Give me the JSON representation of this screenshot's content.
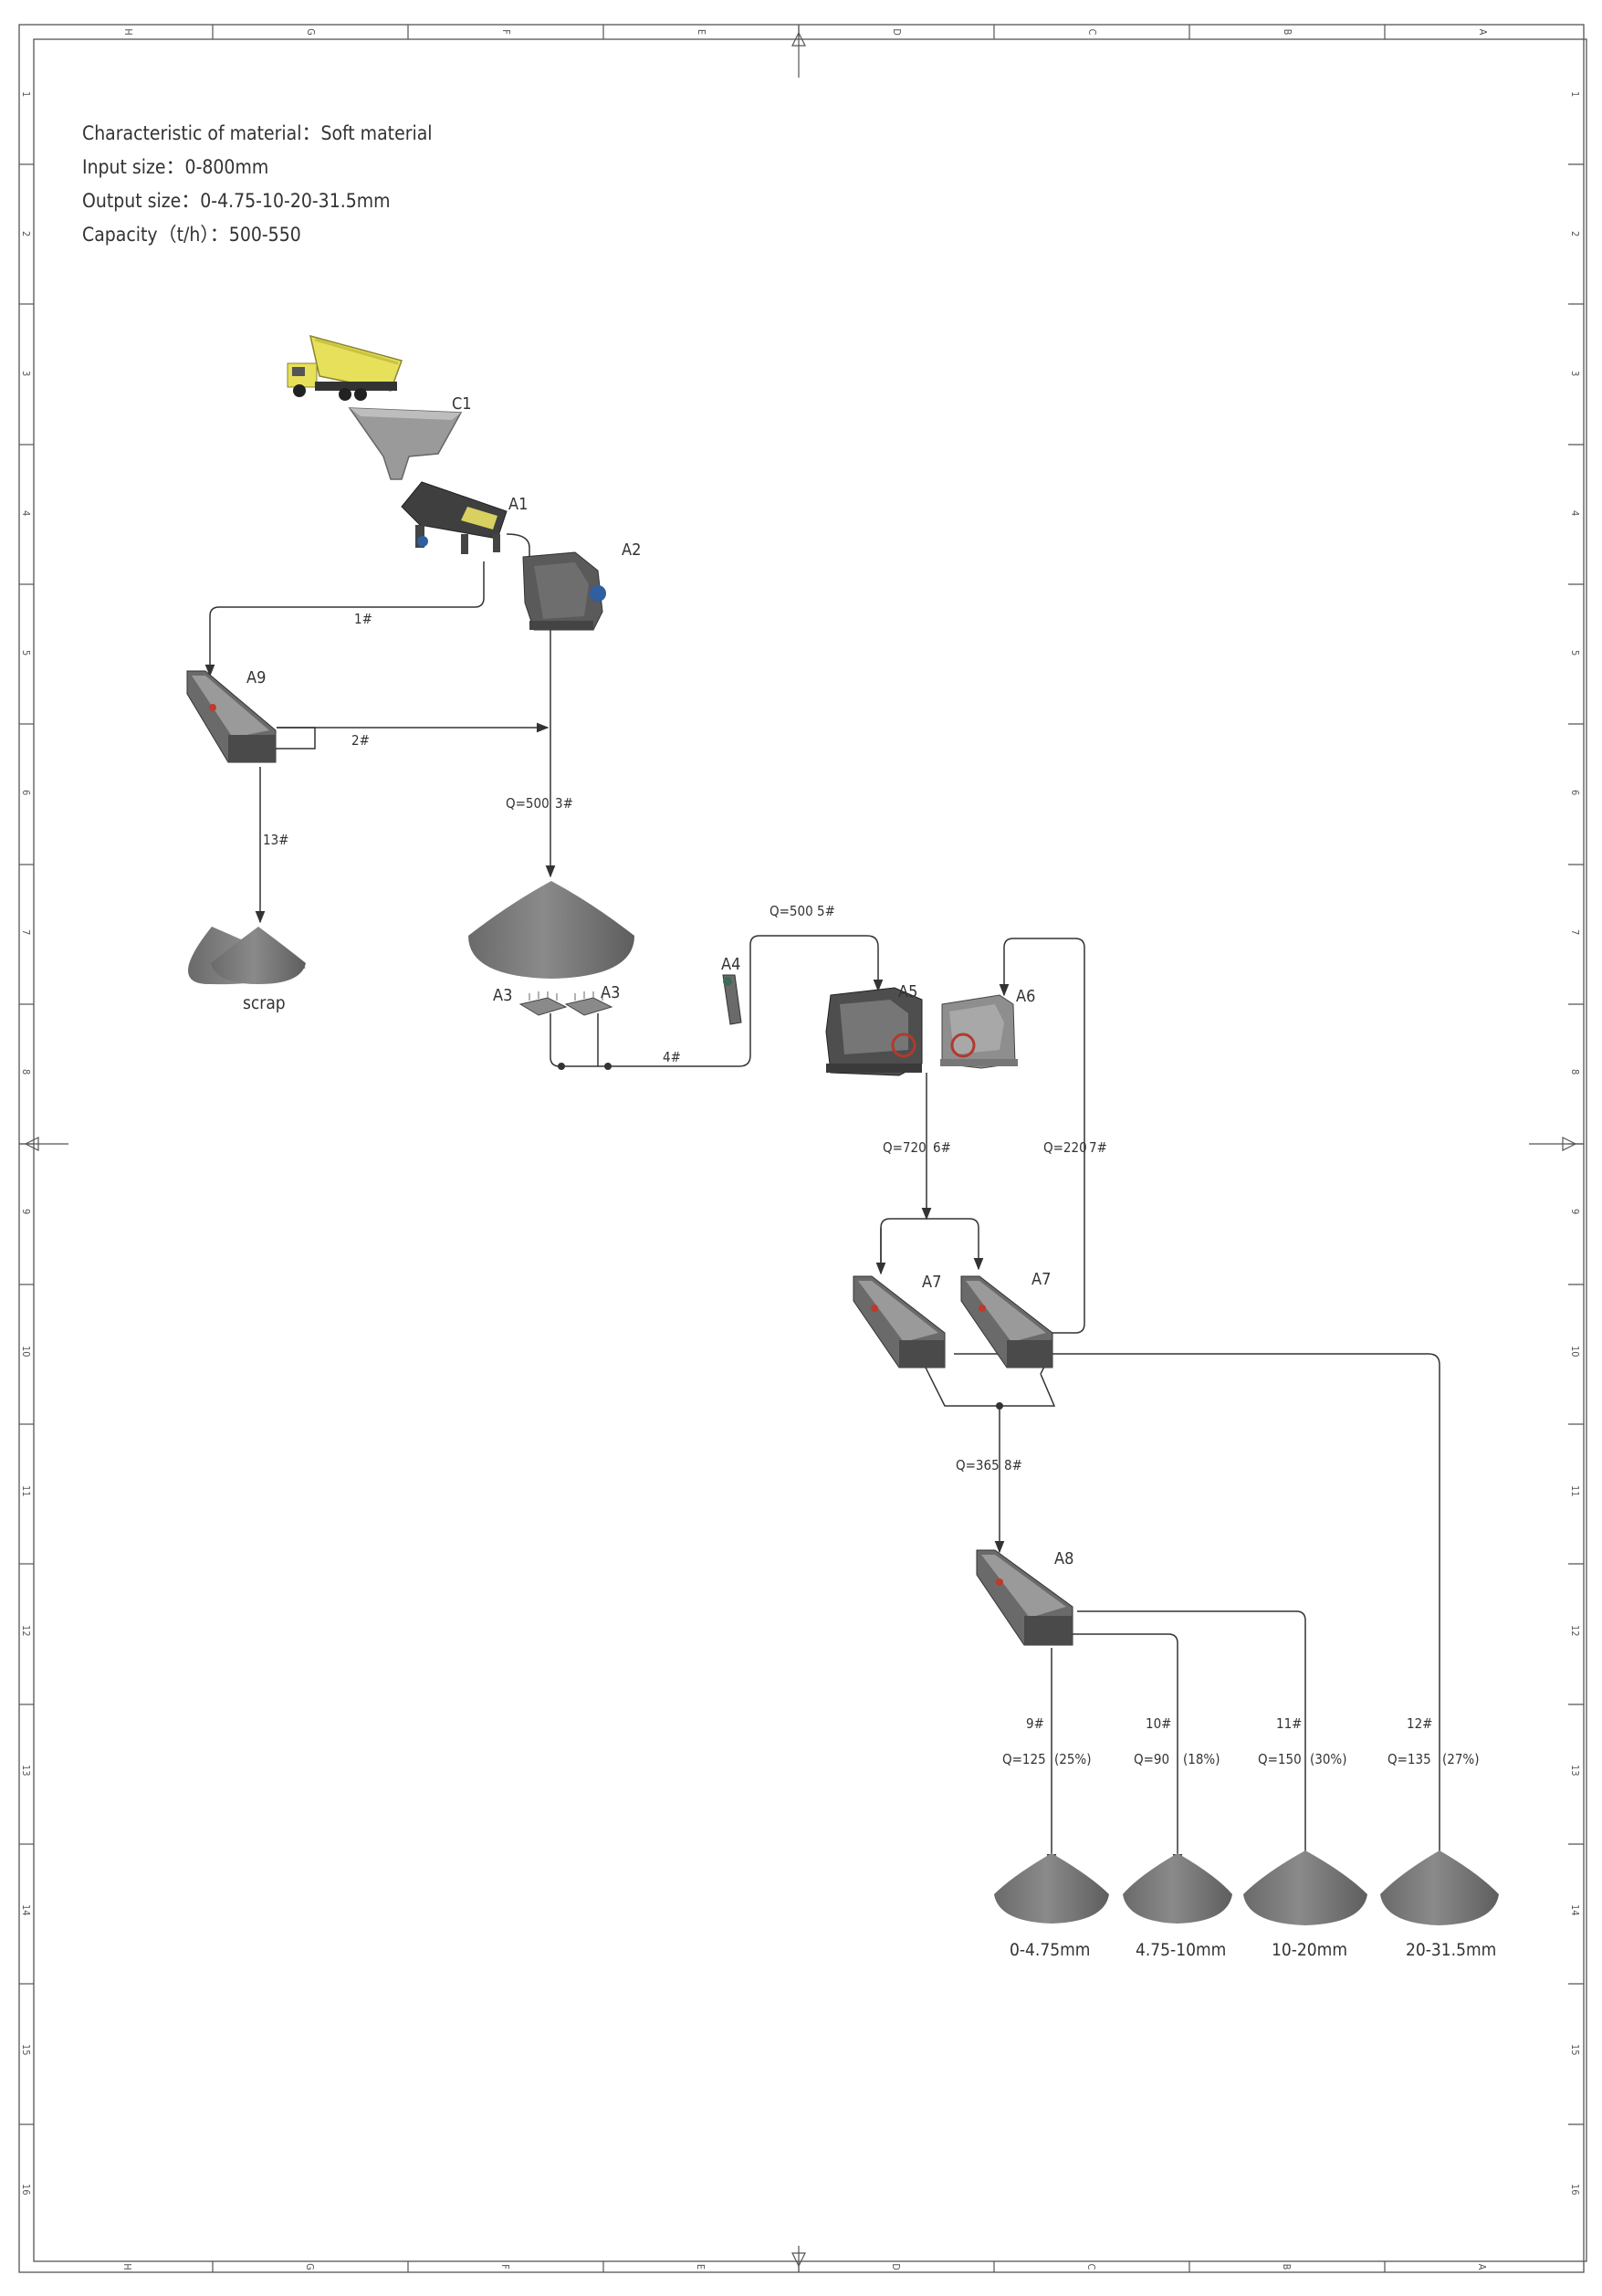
{
  "info": {
    "material": "Characteristic of material：Soft material",
    "input_size": "Input size：0-800mm",
    "output_size": "Output size：0-4.75-10-20-31.5mm",
    "capacity": "Capacity（t/h）：500-550"
  },
  "frame": {
    "columns": [
      "H",
      "G",
      "F",
      "E",
      "D",
      "C",
      "B",
      "A"
    ],
    "rows": [
      "1",
      "2",
      "3",
      "4",
      "5",
      "6",
      "7",
      "8",
      "9",
      "10",
      "11",
      "12",
      "13",
      "14",
      "15",
      "16"
    ]
  },
  "equipment": {
    "c1": "C1",
    "a1": "A1",
    "a2": "A2",
    "a9": "A9",
    "a3_left": "A3",
    "a3_right": "A3",
    "a4": "A4",
    "a5": "A5",
    "a6": "A6",
    "a7_left": "A7",
    "a7_right": "A7",
    "a8": "A8"
  },
  "flows": {
    "f1": "1#",
    "f2": "2#",
    "f3q": "Q=500",
    "f3": "3#",
    "f13": "13#",
    "f4": "4#",
    "f5q": "Q=500",
    "f5": "5#",
    "f6q": "Q=720",
    "f6": "6#",
    "f7q": "Q=220",
    "f7": "7#",
    "f8q": "Q=365",
    "f8": "8#",
    "f9": "9#",
    "f9q": "Q=125",
    "f9p": "(25%)",
    "f10": "10#",
    "f10q": "Q=90",
    "f10p": "(18%)",
    "f11": "11#",
    "f11q": "Q=150",
    "f11p": "(30%)",
    "f12": "12#",
    "f12q": "Q=135",
    "f12p": "(27%)"
  },
  "products": {
    "scrap": "scrap",
    "p1": "0-4.75mm",
    "p2": "4.75-10mm",
    "p3": "10-20mm",
    "p4": "20-31.5mm"
  },
  "colors": {
    "pile": "#7b7b7b",
    "truck": "#e6e05a",
    "machine": "#5a5a5a",
    "motor": "#2f5f9e",
    "line": "#333333"
  }
}
